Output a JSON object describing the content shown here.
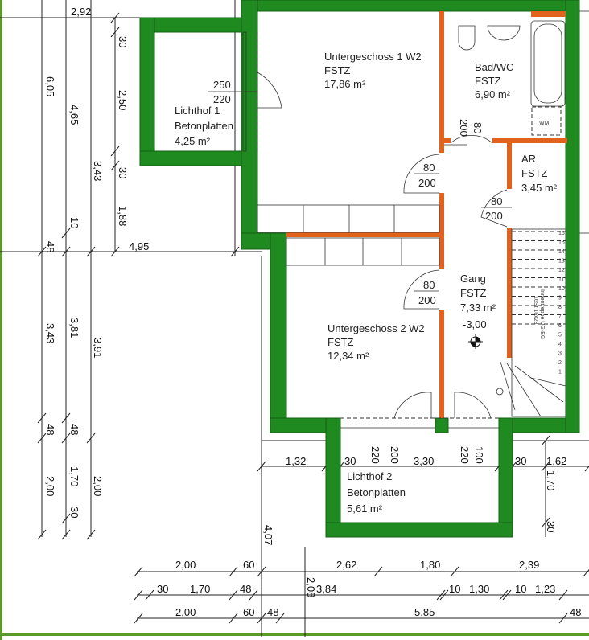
{
  "rooms": [
    {
      "name": "Untergeschoss 1 W2",
      "finish": "FSTZ",
      "area": "17,86 m²"
    },
    {
      "name": "Bad/WC",
      "finish": "FSTZ",
      "area": "6,90 m²"
    },
    {
      "name": "Lichthof 1",
      "finish": "Betonplatten",
      "area": "4,25 m²"
    },
    {
      "name": "AR",
      "finish": "FSTZ",
      "area": "3,45 m²"
    },
    {
      "name": "Gang",
      "finish": "FSTZ",
      "area": "7,33 m²",
      "level": "-3,00"
    },
    {
      "name": "Untergeschoss 2 W2",
      "finish": "FSTZ",
      "area": "12,34 m²"
    },
    {
      "name": "Lichthof 2",
      "finish": "Betonplatten",
      "area": "5,61 m²"
    }
  ],
  "doors": [
    {
      "width": "250",
      "height": "220"
    },
    {
      "width": "80",
      "height": "200"
    },
    {
      "width": "80",
      "height": "200"
    },
    {
      "width": "80",
      "height": "200"
    },
    {
      "width": "80",
      "height": "200"
    }
  ],
  "fixtures": {
    "washing_machine": "WM",
    "stair_label": "Innentreppe UG-EG",
    "stair_spec": "16St 16x28"
  },
  "stair_steps": [
    "16",
    "15",
    "14",
    "13",
    "12",
    "11",
    "10",
    "9",
    "8",
    "7",
    "6",
    "5",
    "4",
    "3",
    "2",
    "1"
  ],
  "dimensions": [
    "2,92",
    "6,05",
    "4,65",
    "3,43",
    "30",
    "2,50",
    "30",
    "1,88",
    "10",
    "48",
    "4,95",
    "3,43",
    "3,81",
    "3,91",
    "48",
    "48",
    "2,00",
    "1,70",
    "30",
    "2,00",
    "1,32",
    "30",
    "220",
    "200",
    "3,30",
    "220",
    "100",
    "30",
    "1,62",
    "1,70",
    "30",
    "4,07",
    "2,00",
    "60",
    "2,62",
    "1,80",
    "2,39",
    "30",
    "1,70",
    "48",
    "2,08",
    "3,84",
    "10",
    "1,30",
    "10",
    "1,23",
    "2,00",
    "60",
    "48",
    "5,85",
    "48"
  ],
  "colors": {
    "exterior_wall": "#1f8a1f",
    "interior_wall": "#e0621c"
  }
}
